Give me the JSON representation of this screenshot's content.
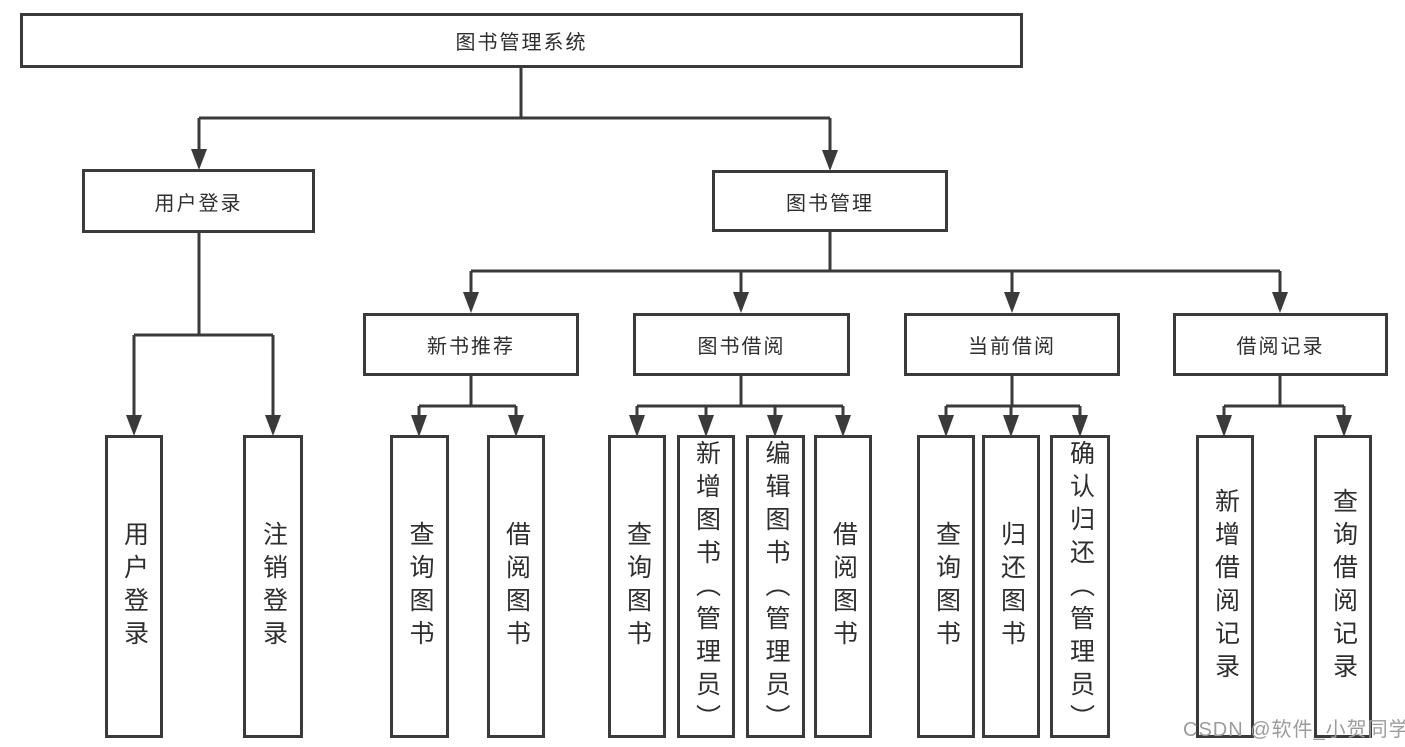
{
  "tree": {
    "root": {
      "label": "图书管理系统"
    },
    "branches": [
      {
        "label": "用户登录",
        "leaves": [
          "用户登录",
          "注销登录"
        ]
      },
      {
        "label": "图书管理",
        "groups": [
          {
            "label": "新书推荐",
            "leaves": [
              "查询图书",
              "借阅图书"
            ]
          },
          {
            "label": "图书借阅",
            "leaves": [
              "查询图书",
              "新增图书（管理员）",
              "编辑图书（管理员）",
              "借阅图书"
            ]
          },
          {
            "label": "当前借阅",
            "leaves": [
              "查询图书",
              "归还图书",
              "确认归还（管理员）"
            ]
          },
          {
            "label": "借阅记录",
            "leaves": [
              "新增借阅记录",
              "查询借阅记录"
            ]
          }
        ]
      }
    ]
  },
  "watermark": "CSDN @软件_小贺同学",
  "colors": {
    "line": "#3a3a3a",
    "box_border": "#3a3a3a",
    "box_background": "#ffffff",
    "text": "#2e2e2e",
    "watermark_text": "#9c9c9c",
    "background": "#ffffff"
  }
}
